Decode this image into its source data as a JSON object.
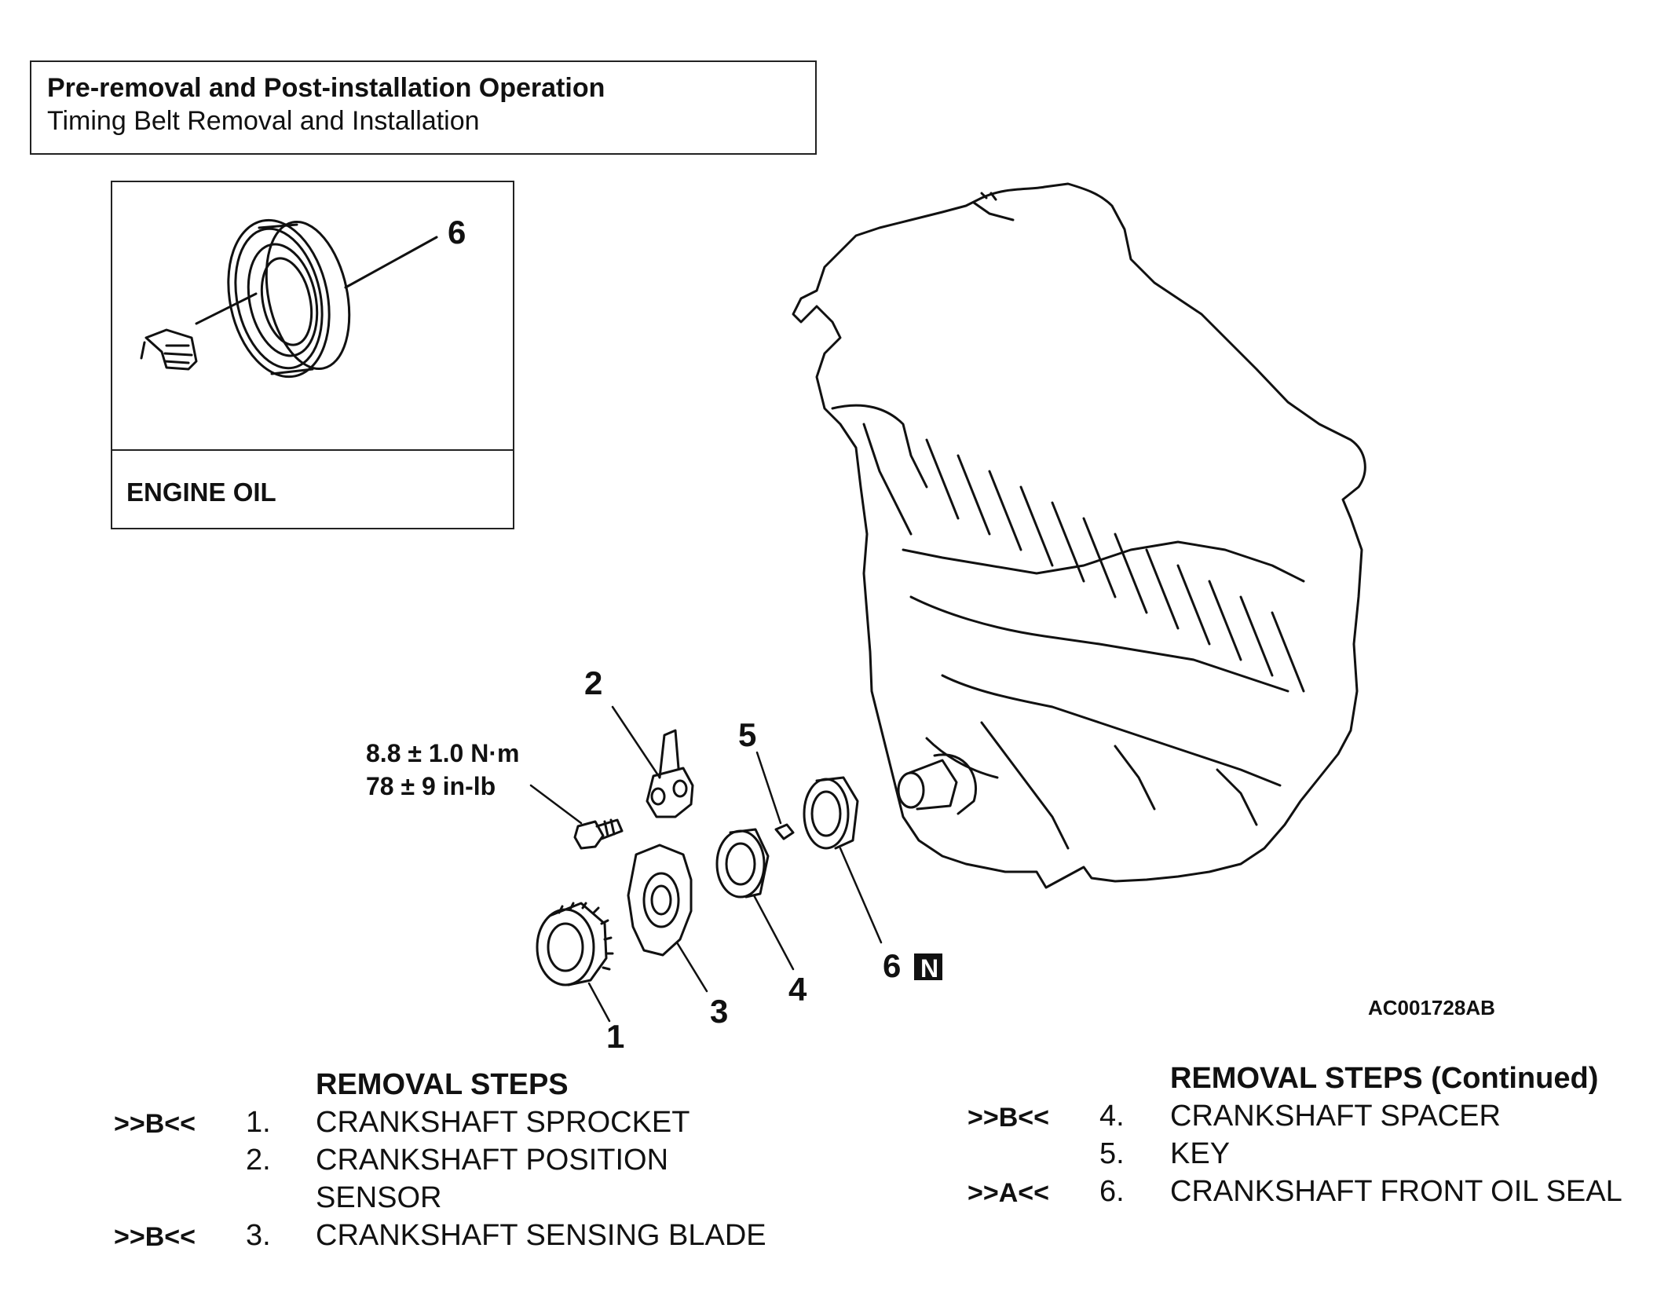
{
  "operation_box": {
    "title": "Pre-removal and Post-installation Operation",
    "subtitle": "Timing Belt Removal and Installation"
  },
  "inset": {
    "callout": "6",
    "label": "ENGINE OIL"
  },
  "diagram": {
    "callouts": [
      "1",
      "2",
      "3",
      "4",
      "5",
      "6"
    ],
    "new_part_badge": "N",
    "torque_metric": "8.8 ± 1.0 N·m",
    "torque_imperial": "78 ± 9 in-lb",
    "figure_code": "AC001728AB"
  },
  "removal_steps": {
    "title": "REMOVAL STEPS",
    "items": [
      {
        "mark": ">>B<<",
        "num": "1.",
        "text": "CRANKSHAFT SPROCKET"
      },
      {
        "mark": "",
        "num": "2.",
        "text": "CRANKSHAFT POSITION",
        "text2": "SENSOR"
      },
      {
        "mark": ">>B<<",
        "num": "3.",
        "text": "CRANKSHAFT SENSING BLADE"
      }
    ]
  },
  "removal_steps_continued": {
    "title": "REMOVAL STEPS (Continued)",
    "items": [
      {
        "mark": ">>B<<",
        "num": "4.",
        "text": "CRANKSHAFT SPACER"
      },
      {
        "mark": "",
        "num": "5.",
        "text": "KEY"
      },
      {
        "mark": ">>A<<",
        "num": "6.",
        "text": "CRANKSHAFT FRONT OIL SEAL"
      }
    ]
  }
}
